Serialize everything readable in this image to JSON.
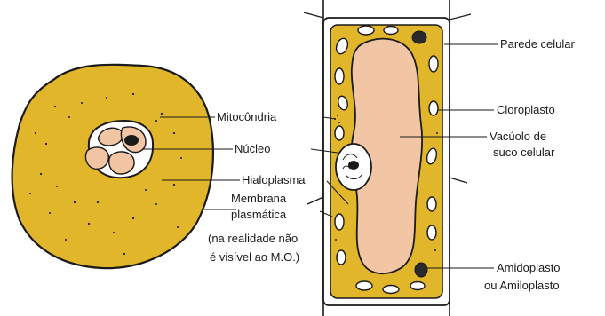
{
  "colors": {
    "cytoplasm": "#E2B62B",
    "vacuole": "#F2C6A4",
    "outline": "#1a1a1a",
    "organelle": "#ffffff"
  },
  "labels": {
    "mitocondria": "Mitocôndria",
    "nucleo": "Núcleo",
    "hialoplasma": "Hialoplasma",
    "membrana": {
      "line1": "Membrana",
      "line2": "plasmática",
      "line3": "(na realidade não",
      "line4": "é visível ao M.O.)"
    },
    "parede": "Parede celular",
    "cloroplasto": "Cloroplasto",
    "vacuolo": {
      "line1": "Vacúolo de",
      "line2": "suco celular"
    },
    "amidoplasto": {
      "line1": "Amidoplasto",
      "line2": "ou Amiloplasto"
    }
  },
  "icons": {
    "animal_cell": "animal-cell-diagram",
    "plant_cell": "plant-cell-diagram"
  }
}
